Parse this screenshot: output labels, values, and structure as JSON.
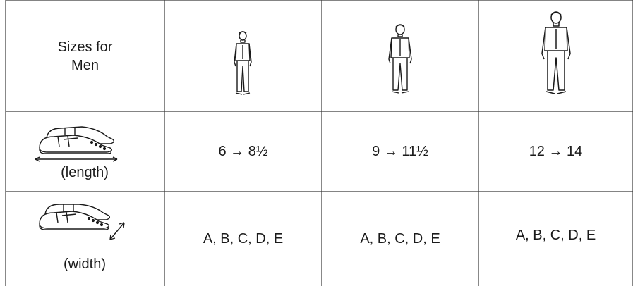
{
  "header": {
    "corner_label": "Sizes for\nMen",
    "size_icons": [
      "person-small-icon",
      "person-medium-icon",
      "person-large-icon"
    ]
  },
  "rows": [
    {
      "icon": "shoe-length-icon",
      "label": "(length)",
      "values": [
        "6 → 8½",
        "9 → 11½",
        "12 → 14"
      ]
    },
    {
      "icon": "shoe-width-icon",
      "label": "(width)",
      "values": [
        "A, B, C, D, E",
        "A, B, C, D, E",
        "A, B, C, D, E"
      ]
    }
  ]
}
